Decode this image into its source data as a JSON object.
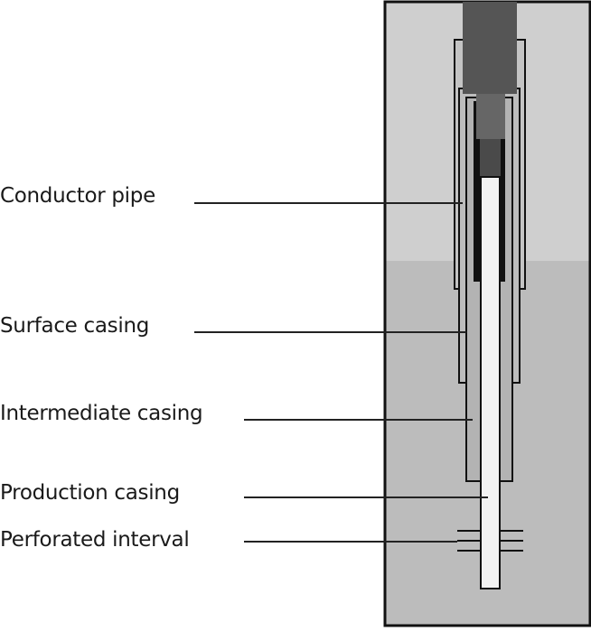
{
  "labels": {
    "conductor_pipe": "Conductor pipe",
    "surface_casing": "Surface casing",
    "intermediate_casing": "Intermediate casing",
    "production_casing": "Production casing",
    "perforated_interval": "Perforated interval"
  },
  "colors": {
    "upper_formation": "#cfcfcf",
    "lower_formation": "#bcbcbc",
    "outline": "#111111",
    "cement": "#000000",
    "wellhead": "#555555",
    "surface_casing_fill": "#bdbdbd",
    "intermediate_casing_fill": "#b3b3b3",
    "production_casing_fill": "#f2f2f2"
  }
}
